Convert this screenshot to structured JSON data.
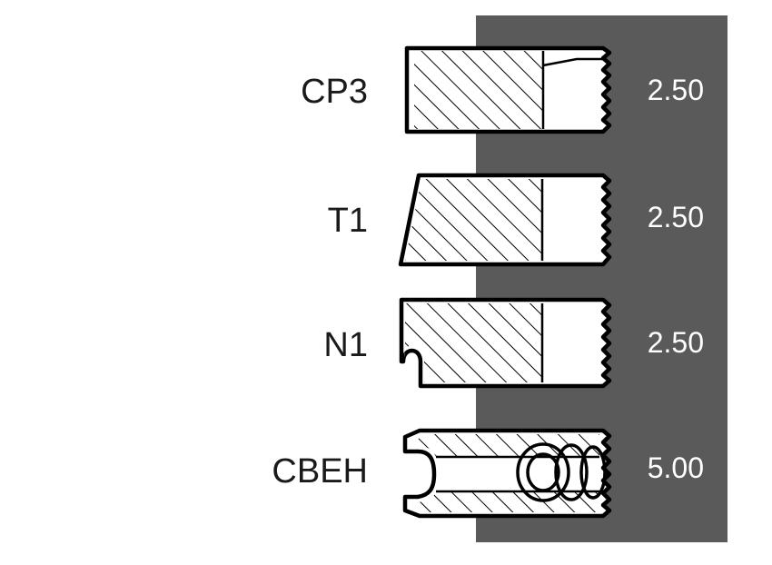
{
  "colors": {
    "panel": "#5a5a5a",
    "outline": "#000000",
    "value_text": "#ffffff",
    "label_text": "#1a1a1a"
  },
  "rings": [
    {
      "label": "CP3",
      "value": "2.50"
    },
    {
      "label": "T1",
      "value": "2.50"
    },
    {
      "label": "N1",
      "value": "2.50"
    },
    {
      "label": "CBEH",
      "value": "5.00"
    }
  ]
}
